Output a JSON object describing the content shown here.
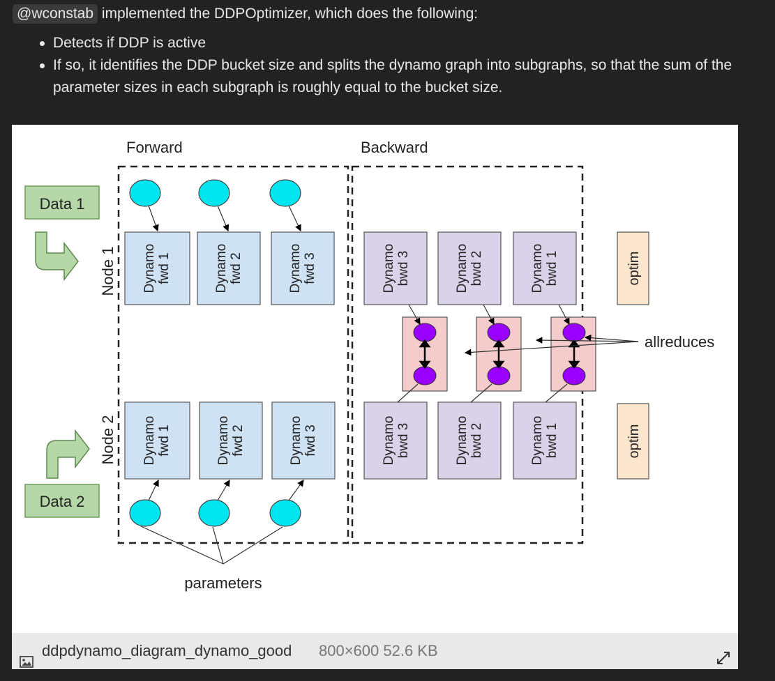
{
  "intro": {
    "mention": "@wconstab",
    "text": "implemented the DDPOptimizer, which does the following:",
    "bullets": [
      "Detects if DDP is active",
      "If so, it identifies the DDP bucket size and splits the dynamo graph into subgraphs, so that the sum of the parameter sizes in each subgraph is roughly equal to the bucket size."
    ]
  },
  "diagram": {
    "forward_label": "Forward",
    "backward_label": "Backward",
    "data1": "Data 1",
    "data2": "Data 2",
    "node1": "Node 1",
    "node2": "Node 2",
    "fwd": [
      {
        "line1": "Dynamo",
        "line2": "fwd 1"
      },
      {
        "line1": "Dynamo",
        "line2": "fwd 2"
      },
      {
        "line1": "Dynamo",
        "line2": "fwd 3"
      }
    ],
    "bwd": [
      {
        "line1": "Dynamo",
        "line2": "bwd 3"
      },
      {
        "line1": "Dynamo",
        "line2": "bwd 2"
      },
      {
        "line1": "Dynamo",
        "line2": "bwd 1"
      }
    ],
    "optim": "optim",
    "allreduces": "allreduces",
    "parameters": "parameters",
    "colors": {
      "param": "#00e5f0",
      "fwd_box": "#cfe2f3",
      "bwd_box": "#d9d2e9",
      "allreduce_box": "#f4cccc",
      "allreduce_dot": "#9900ff",
      "optim_box": "#fce5cd",
      "data_box": "#b6d7a8"
    }
  },
  "caption": {
    "icon": "image-icon",
    "filename": "ddpdynamo_diagram_dynamo_good",
    "meta": "800×600 52.6 KB",
    "expand_icon": "expand-icon"
  }
}
